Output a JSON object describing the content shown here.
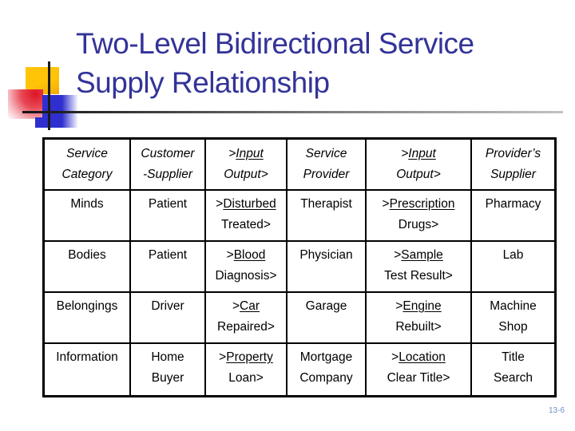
{
  "title": {
    "line1": "Two-Level Bidirectional Service",
    "line2": "Supply Relationship"
  },
  "page_number": "13-6",
  "colors": {
    "title_text": "#333399",
    "page_number": "#6d8ec9",
    "square_yellow": "#ffc408",
    "square_red": "#dd1523",
    "square_blue": "#2f2fd0",
    "line_black": "#1a1a1a",
    "table_border": "#000000"
  },
  "table": {
    "header": [
      {
        "lines": [
          [
            "Service"
          ],
          [
            "Category"
          ]
        ]
      },
      {
        "lines": [
          [
            "Customer"
          ],
          [
            "-Supplier"
          ]
        ]
      },
      {
        "lines": [
          [
            ">",
            {
              "t": "Input",
              "u": true
            }
          ],
          [
            "Output>"
          ]
        ]
      },
      {
        "lines": [
          [
            "Service"
          ],
          [
            "Provider"
          ]
        ]
      },
      {
        "lines": [
          [
            ">",
            {
              "t": "Input",
              "u": true
            }
          ],
          [
            "Output>"
          ]
        ]
      },
      {
        "lines": [
          [
            "Provider’s"
          ],
          [
            "Supplier"
          ]
        ]
      }
    ],
    "rows": [
      [
        {
          "lines": [
            [
              "Minds"
            ]
          ]
        },
        {
          "lines": [
            [
              "Patient"
            ]
          ]
        },
        {
          "lines": [
            [
              ">",
              {
                "t": "Disturbed",
                "u": true
              }
            ],
            [
              "Treated>"
            ]
          ]
        },
        {
          "lines": [
            [
              "Therapist"
            ]
          ]
        },
        {
          "lines": [
            [
              ">",
              {
                "t": "Prescription",
                "u": true
              }
            ],
            [
              "Drugs>"
            ]
          ]
        },
        {
          "lines": [
            [
              "Pharmacy"
            ]
          ]
        }
      ],
      [
        {
          "lines": [
            [
              "Bodies"
            ]
          ]
        },
        {
          "lines": [
            [
              "Patient"
            ]
          ]
        },
        {
          "lines": [
            [
              ">",
              {
                "t": "Blood",
                "u": true
              }
            ],
            [
              "Diagnosis>"
            ]
          ]
        },
        {
          "lines": [
            [
              "Physician"
            ]
          ]
        },
        {
          "lines": [
            [
              ">",
              {
                "t": "Sample",
                "u": true
              }
            ],
            [
              "Test Result>"
            ]
          ]
        },
        {
          "lines": [
            [
              "Lab"
            ]
          ]
        }
      ],
      [
        {
          "lines": [
            [
              "Belongings"
            ]
          ]
        },
        {
          "lines": [
            [
              "Driver"
            ]
          ]
        },
        {
          "lines": [
            [
              ">",
              {
                "t": "Car",
                "u": true
              }
            ],
            [
              "Repaired>"
            ]
          ]
        },
        {
          "lines": [
            [
              "Garage"
            ]
          ]
        },
        {
          "lines": [
            [
              ">",
              {
                "t": "Engine",
                "u": true
              }
            ],
            [
              "Rebuilt>"
            ]
          ]
        },
        {
          "lines": [
            [
              "Machine"
            ],
            [
              "Shop"
            ]
          ]
        }
      ],
      [
        {
          "lines": [
            [
              "Information"
            ]
          ]
        },
        {
          "lines": [
            [
              "Home"
            ],
            [
              "Buyer"
            ]
          ]
        },
        {
          "lines": [
            [
              ">",
              {
                "t": "Property",
                "u": true
              }
            ],
            [
              "Loan>"
            ]
          ]
        },
        {
          "lines": [
            [
              "Mortgage"
            ],
            [
              "Company"
            ]
          ]
        },
        {
          "lines": [
            [
              ">",
              {
                "t": "Location",
                "u": true
              }
            ],
            [
              "Clear Title>"
            ]
          ]
        },
        {
          "lines": [
            [
              "Title"
            ],
            [
              "Search"
            ]
          ]
        }
      ]
    ]
  }
}
